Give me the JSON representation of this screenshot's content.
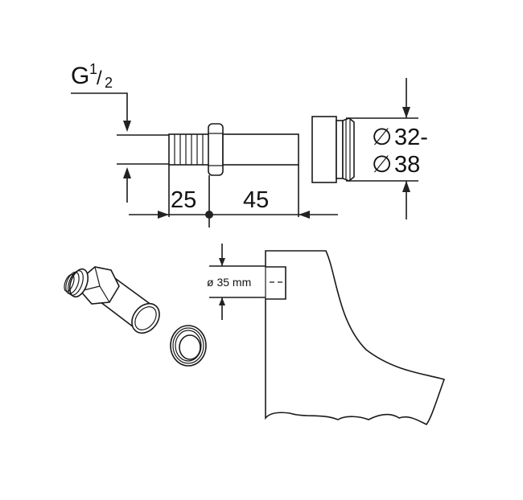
{
  "thread_label": {
    "letter": "G",
    "numerator": "1",
    "denominator": "2"
  },
  "dimensions": {
    "left_length": "25",
    "right_length": "45",
    "diameter_line1": "32-",
    "diameter_line2": "38",
    "diameter_symbol": "∅"
  },
  "detail": {
    "pipe_diameter": "ø 35 mm"
  }
}
